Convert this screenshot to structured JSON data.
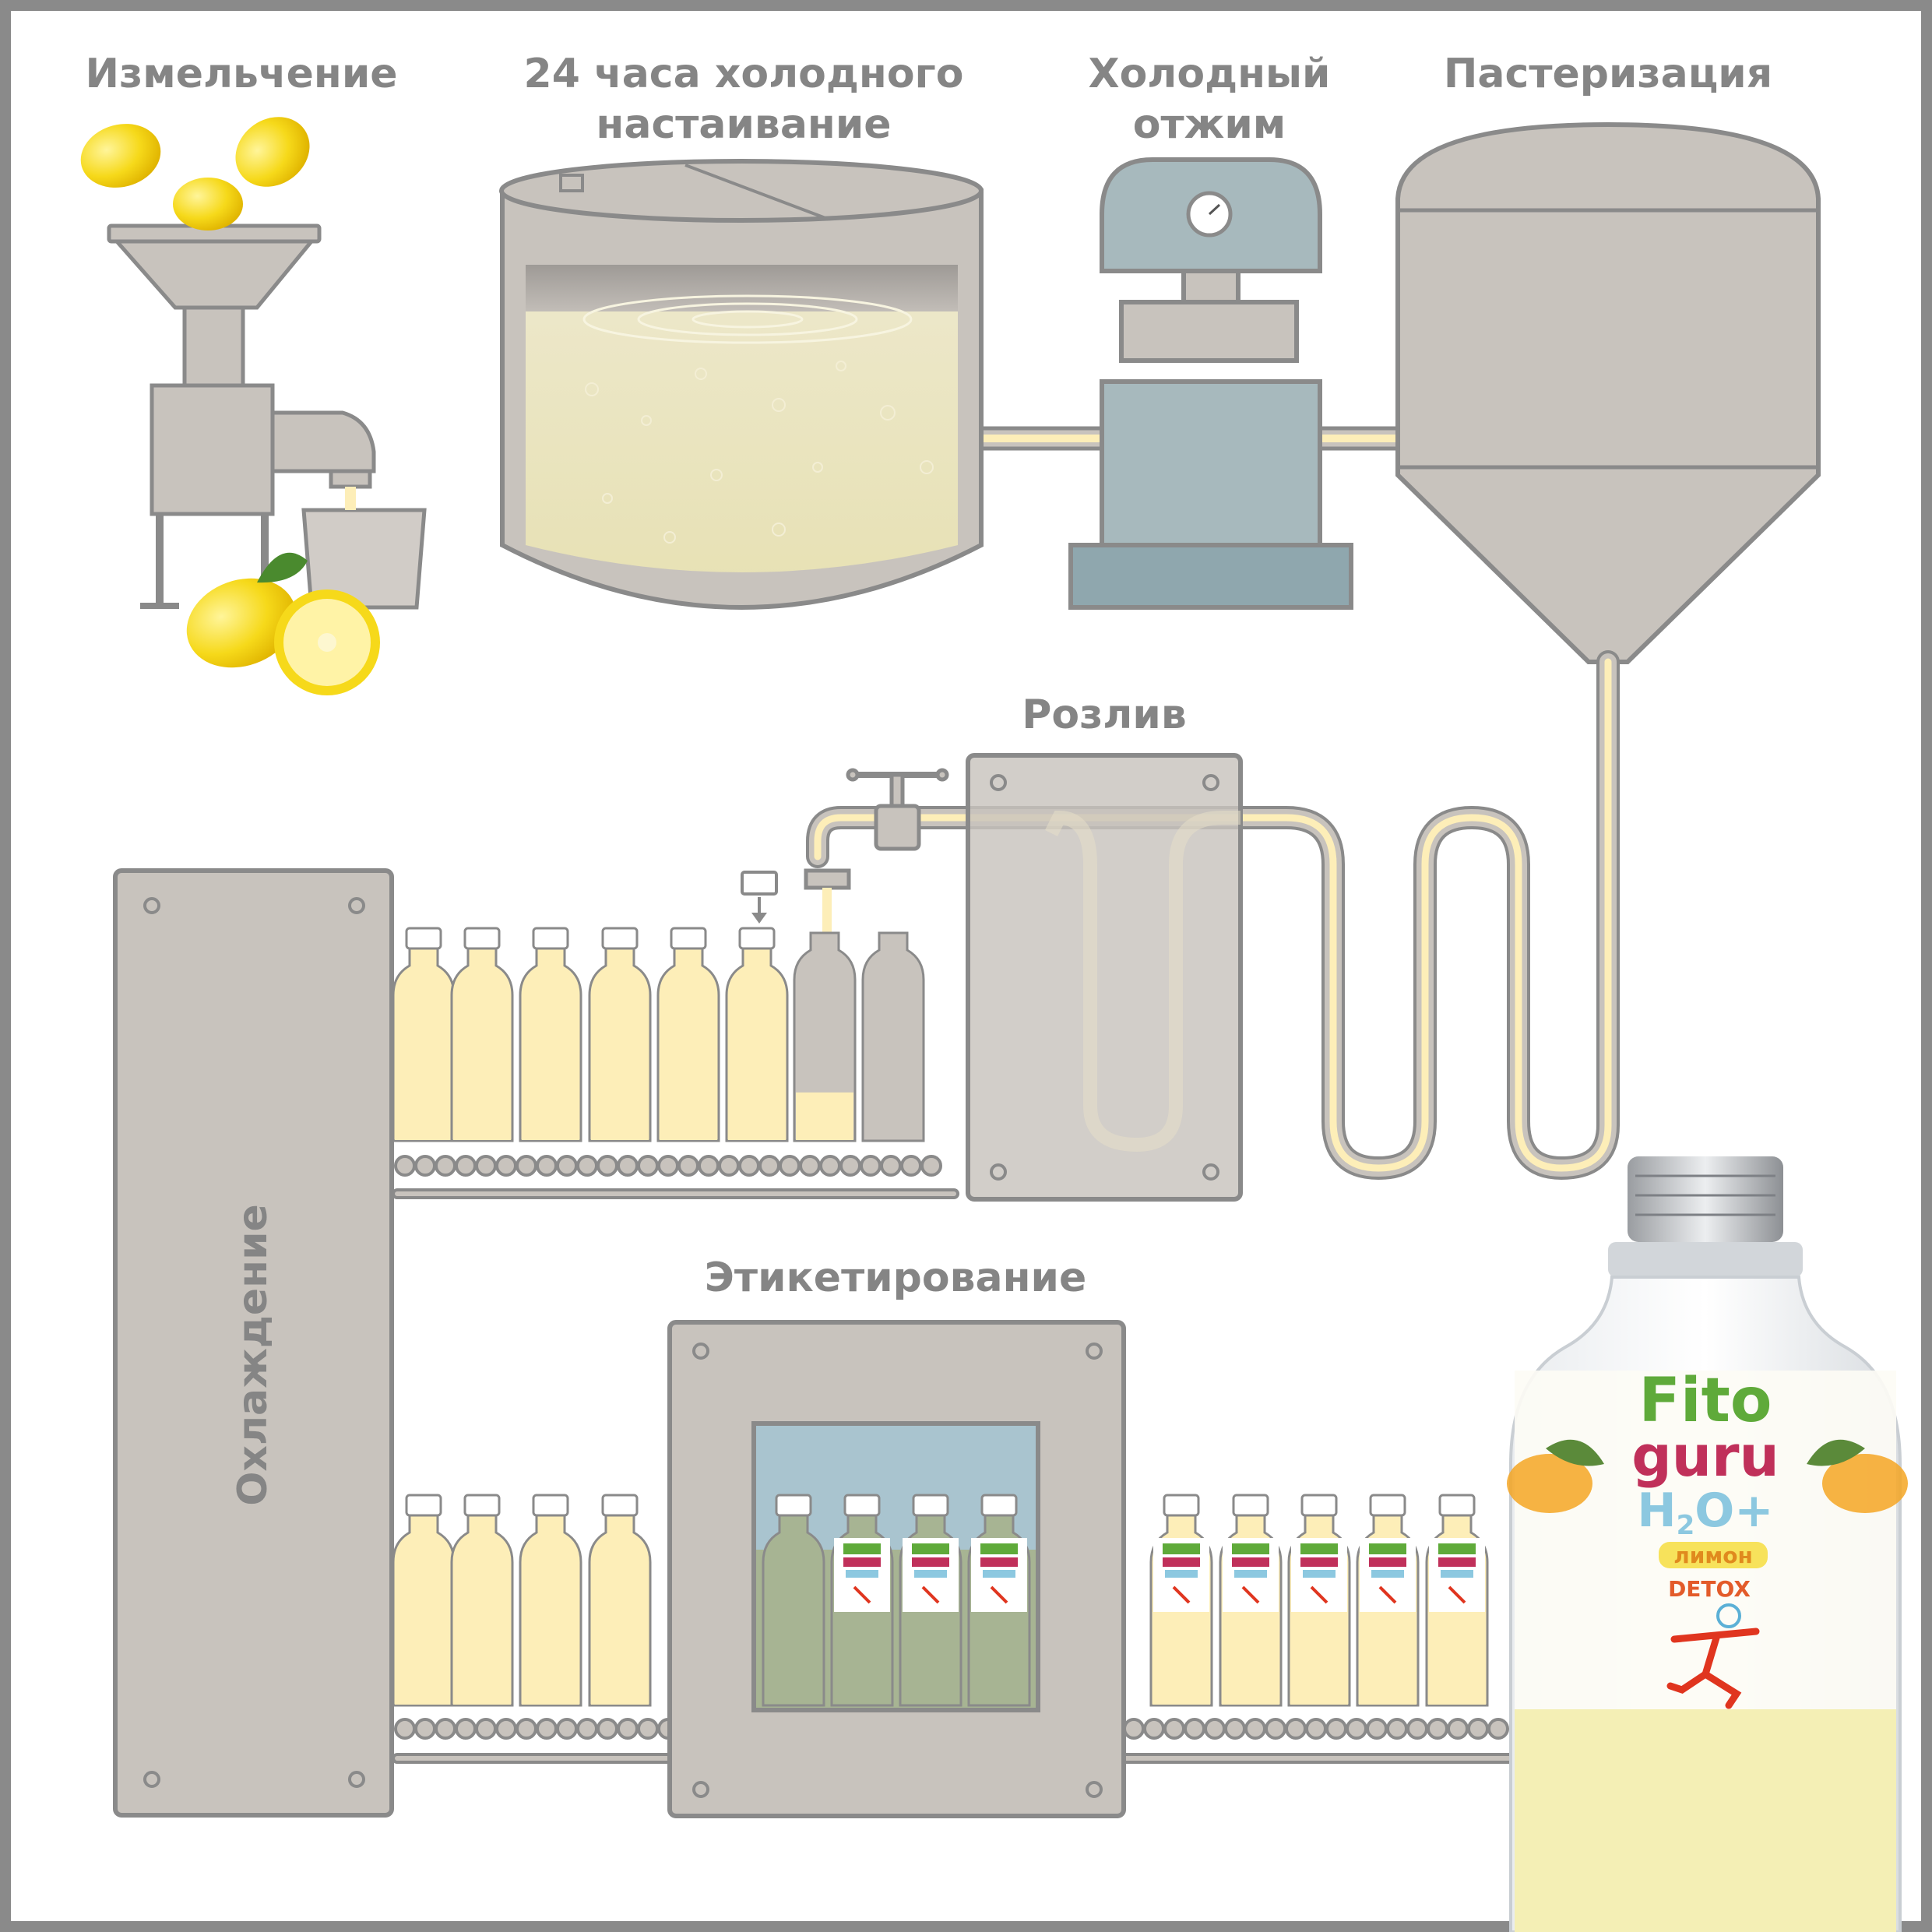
{
  "steps": {
    "crushing": "Измельчение",
    "infusion_line1": "24 часа холодного",
    "infusion_line2": "настаивание",
    "press_line1": "Холодный",
    "press_line2": "отжим",
    "pasteurization": "Пастеризация",
    "filling": "Розлив",
    "labeling": "Этикетирование",
    "cooling": "Охлаждение"
  },
  "product": {
    "brand_line1": "Fito",
    "brand_line2": "guru",
    "sub_h": "H",
    "sub_2": "2",
    "sub_o": "O+",
    "flavor": "лимон",
    "detox": "DETOX"
  },
  "colors": {
    "machine_gray": "#c8c3bd",
    "outline_gray": "#8a8a8a",
    "juice_yellow": "#fdeeb8",
    "press_blue": "#a7b9bd",
    "lemon": "#f7da1e"
  }
}
